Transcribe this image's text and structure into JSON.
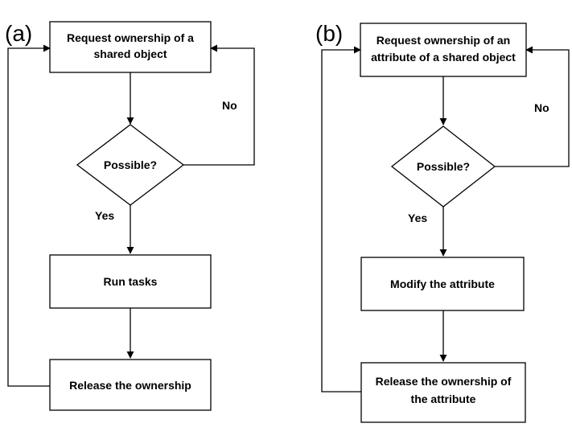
{
  "panel_a": {
    "label": "(a)",
    "request_box": {
      "line1": "Request ownership of a",
      "line2": "shared object"
    },
    "decision": "Possible?",
    "no_label": "No",
    "yes_label": "Yes",
    "run_box": "Run tasks",
    "release_box": "Release the ownership"
  },
  "panel_b": {
    "label": "(b)",
    "request_box": {
      "line1": "Request ownership of an",
      "line2": "attribute of a shared object"
    },
    "decision": "Possible?",
    "no_label": "No",
    "yes_label": "Yes",
    "modify_box": "Modify the attribute",
    "release_box": {
      "line1": "Release the ownership of",
      "line2": "the attribute"
    }
  }
}
